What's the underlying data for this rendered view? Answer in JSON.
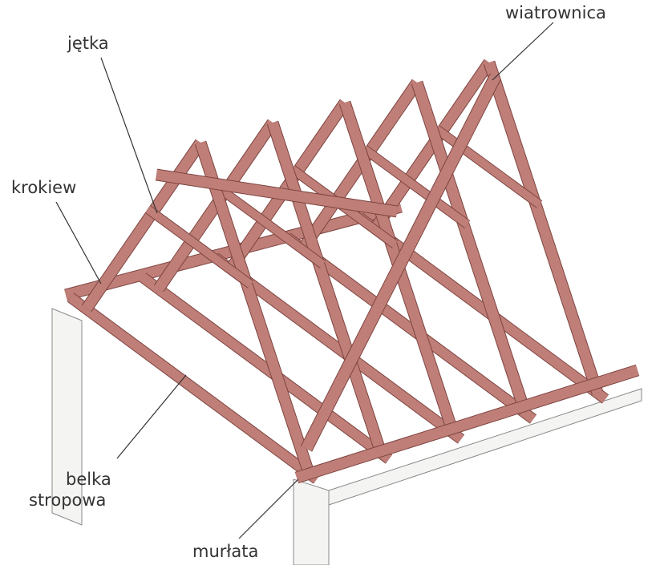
{
  "labels": {
    "wiatrownica": "wiatrownica",
    "jetka": "jętka",
    "krokiew": "krokiew",
    "belka_line1": "belka",
    "belka_line2": "stropowa",
    "murlata": "murłata"
  },
  "colors": {
    "timber": "#bf7f78",
    "timber_edge": "#7e4440",
    "wall": "#f4f4f2",
    "wall_edge": "#8a8a8a",
    "leader": "#333333"
  }
}
